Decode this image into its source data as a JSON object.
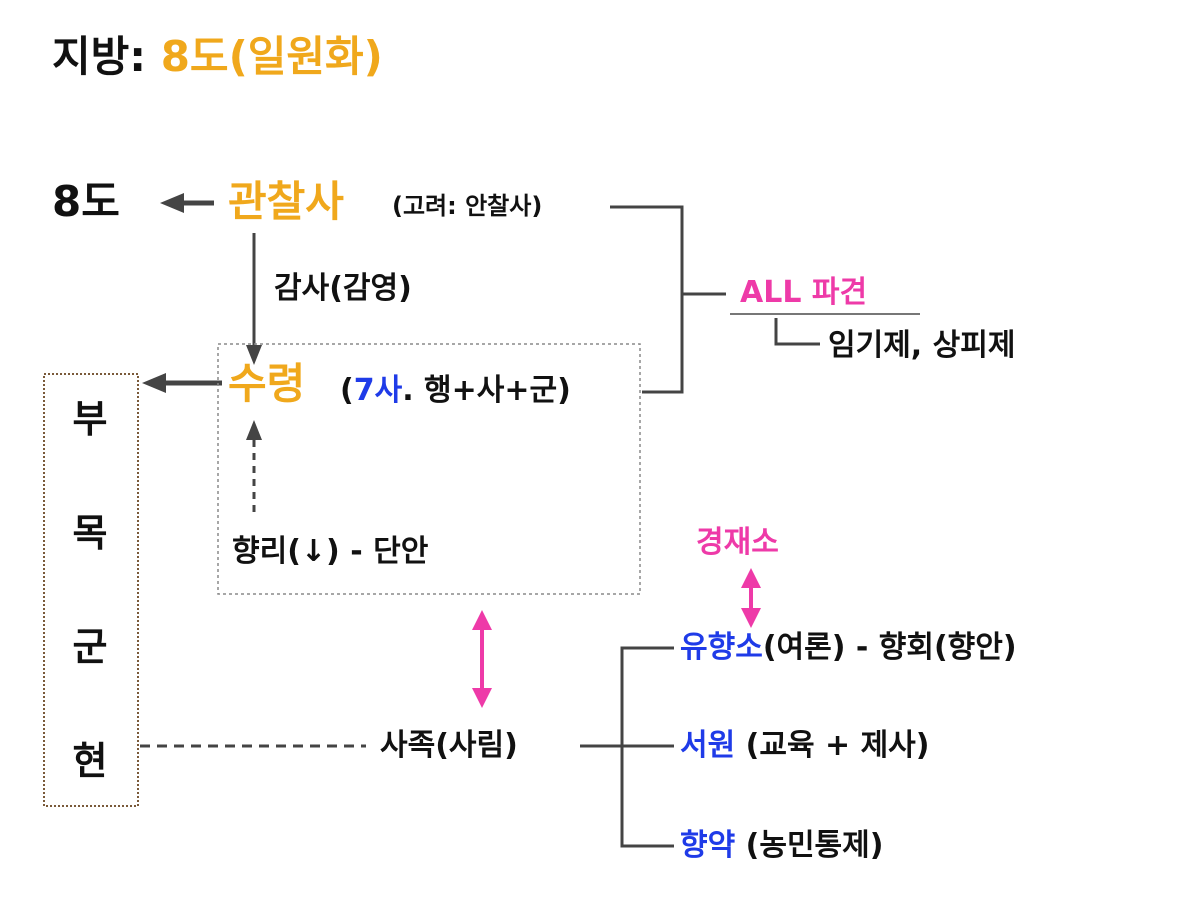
{
  "title": {
    "prefix": "지방: ",
    "highlight": "8도(일원화)"
  },
  "province": {
    "label": "8도",
    "governor": "관찰사",
    "governor_note": "(고려: 안찰사)"
  },
  "gamsa": "감사(감영)",
  "all_dispatch": {
    "label": "ALL 파견",
    "rule": "임기제, 상피제"
  },
  "suryeong": {
    "label": "수령",
    "note_open": "(",
    "note_highlight": "7사",
    "note_rest": ". 행+사+군)"
  },
  "hyangri": "향리(↓) - 단안",
  "local_units": [
    "부",
    "목",
    "군",
    "현"
  ],
  "gyeongjaeso": "경재소",
  "sajok": "사족(사림)",
  "institutions": [
    {
      "name": "유향소",
      "desc": "(여론) - 향회(향안)"
    },
    {
      "name": "서원",
      "desc": " (교육 + 제사)"
    },
    {
      "name": "향약",
      "desc": " (농민통제)"
    }
  ],
  "colors": {
    "orange": "#f0a81c",
    "pink": "#ee3aa8",
    "blue": "#1f3be8",
    "text": "#111111",
    "line": "#444444"
  }
}
